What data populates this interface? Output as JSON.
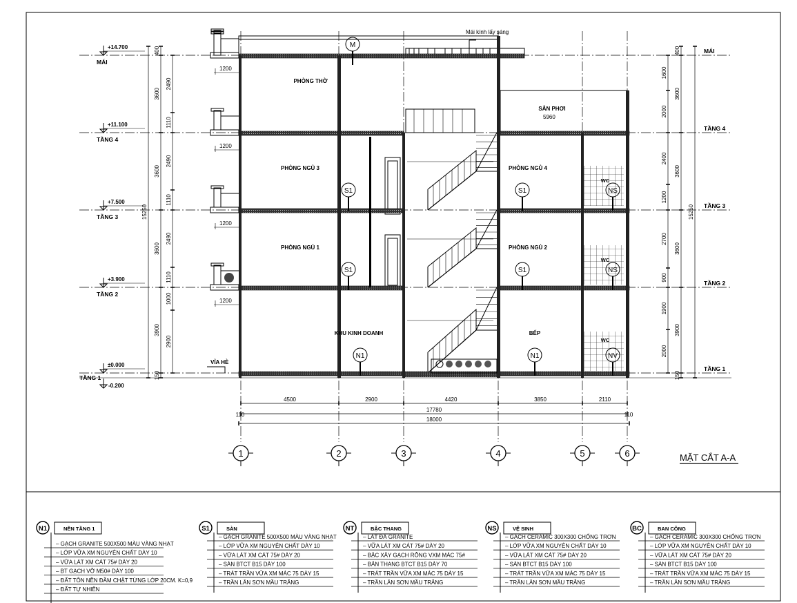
{
  "drawing_title": "MẶT CẮT A-A",
  "skylight_label": "Mái kính lấy sáng",
  "levels": [
    {
      "name": "MÁI",
      "elevation": "+14.700"
    },
    {
      "name": "TẦNG 4",
      "elevation": "+11.100"
    },
    {
      "name": "TẦNG 3",
      "elevation": "+7.500"
    },
    {
      "name": "TẦNG 2",
      "elevation": "+3.900"
    },
    {
      "name": "TẦNG 1",
      "elevation": "±0.000"
    }
  ],
  "ground_elevation": "-0.200",
  "sidewalk_label": "VỈA HÈ",
  "balcony_depth": "1200",
  "rooms": [
    {
      "name": "PHÒNG THỜ"
    },
    {
      "name": "PHÒNG NGỦ 3"
    },
    {
      "name": "PHÒNG NGỦ 1"
    },
    {
      "name": "KHU KINH DOANH"
    },
    {
      "name": "PHÒNG NGỦ 4"
    },
    {
      "name": "PHÒNG NGỦ 2"
    },
    {
      "name": "BẾP"
    },
    {
      "name": "SÂN PHƠI"
    },
    {
      "name": "WC"
    },
    {
      "name": "WC"
    },
    {
      "name": "WC"
    }
  ],
  "terrace_width": "5960",
  "tags": [
    "M",
    "S1",
    "S1",
    "S1",
    "S1",
    "N1",
    "N1",
    "NS",
    "NS",
    "NV"
  ],
  "left_dims": {
    "overall": "15250",
    "floors": [
      "400",
      "3600",
      "3600",
      "3600",
      "3900",
      "150"
    ],
    "sub": [
      "2490",
      "1110",
      "2490",
      "1110",
      "2490",
      "1110",
      "1000",
      "2900"
    ]
  },
  "right_dims": {
    "overall": "15250",
    "floors": [
      "400",
      "3600",
      "3600",
      "3600",
      "3900",
      "150"
    ],
    "sub": [
      "1600",
      "2000",
      "2400",
      "1200",
      "2700",
      "900",
      "1900",
      "2000"
    ]
  },
  "bottom_dims": {
    "spans": [
      "4500",
      "2900",
      "4420",
      "3850",
      "2110"
    ],
    "edge_left": "110",
    "edge_right": "110",
    "inner": "17780",
    "overall": "18000"
  },
  "axes": [
    "1",
    "2",
    "3",
    "4",
    "5",
    "6"
  ],
  "legend": [
    {
      "tag": "N1",
      "title": "NỀN TẦNG 1",
      "items": [
        "– GẠCH GRANITE 500X500 MÀU VÀNG NHẠT",
        "– LỚP VỮA XM NGUYÊN CHẤT DÀY 10",
        "– VỮA LÁT XM CÁT 75# DÀY 20",
        "– BT GẠCH VỠ M50# DÀY 100",
        "– ĐẤT TÔN NỀN ĐẦM CHẶT TỪNG LỚP 20CM. K=0,9",
        "– ĐẤT TỰ NHIÊN"
      ]
    },
    {
      "tag": "S1",
      "title": "SÀN",
      "items": [
        "– GẠCH GRANITE 500X500 MÀU VÀNG NHẠT",
        "– LỚP VỮA XM NGUYÊN CHẤT DÀY 10",
        "– VỮA LÁT XM CÁT 75# DÀY 20",
        "– SÀN BTCT B15 DÀY 100",
        "– TRÁT TRẦN VỮA XM MÁC 75 DÀY 15",
        "– TRẦN LĂN SƠN MẦU TRẮNG"
      ]
    },
    {
      "tag": "NT",
      "title": "BẬC THANG",
      "items": [
        "– LÁT ĐÁ GRANITE",
        "– VỮA LÁT XM CÁT 75# DÀY 20",
        "– BẬC XÂY GẠCH RỖNG VXM MÁC 75#",
        "– BẢN THANG BTCT B15 DÀY 70",
        "– TRÁT TRẦN VỮA XM MÁC 75 DÀY 15",
        "– TRẦN LĂN SƠN MẦU TRẮNG"
      ]
    },
    {
      "tag": "NS",
      "title": "VỆ SINH",
      "items": [
        "– GẠCH CERAMIC 300X300 CHỐNG TRƠN",
        "– LỚP VỮA XM NGUYÊN CHẤT DÀY 10",
        "– VỮA LÁT XM CÁT 75# DÀY 20",
        "– SÀN BTCT B15 DÀY 100",
        "– TRÁT TRẦN VỮA XM MÁC 75 DÀY 15",
        "– TRẦN LĂN SƠN MẦU TRẮNG"
      ]
    },
    {
      "tag": "BC",
      "title": "BAN CÔNG",
      "items": [
        "– GẠCH CERAMIC 300X300 CHỐNG TRƠN",
        "– LỚP VỮA XM NGUYÊN CHẤT DÀY 10",
        "– VỮA LÁT XM CÁT 75# DÀY 20",
        "– SÀN BTCT B15 DÀY 100",
        "– TRÁT TRẦN VỮA XM MÁC 75 DÀY 15",
        "– TRẦN LĂN SƠN MẦU TRẮNG"
      ]
    }
  ]
}
